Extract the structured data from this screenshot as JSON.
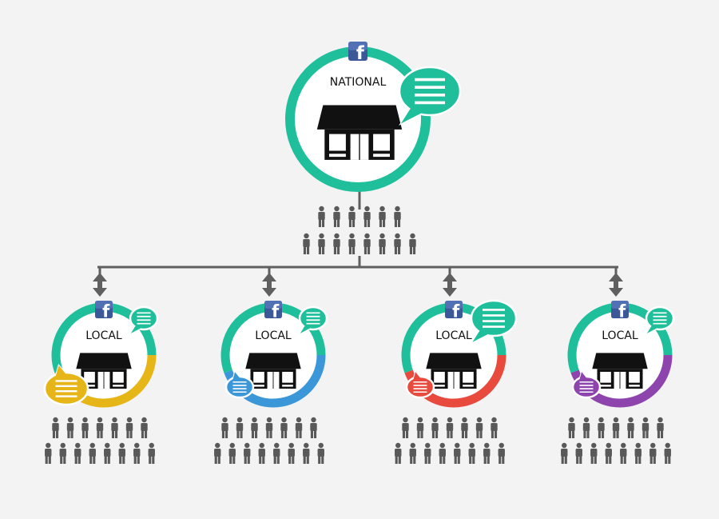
{
  "national": {
    "label": "NATIONAL",
    "ring_color": "#1fbf9b",
    "bubble_color": "#1fbf9b",
    "icon": "facebook-icon",
    "audience_rows": [
      6,
      8
    ]
  },
  "locals": [
    {
      "label": "LOCAL",
      "color_top": "#1fbf9b",
      "color_bottom": "#e6b518",
      "bubble_small_color": "#1fbf9b",
      "bubble_large_color": "#e6b518",
      "icon": "facebook-icon",
      "audience_rows": [
        7,
        8
      ]
    },
    {
      "label": "LOCAL",
      "color_top": "#1fbf9b",
      "color_bottom": "#3c97d8",
      "bubble_small_color": "#1fbf9b",
      "bubble_large_color": "#3c97d8",
      "icon": "facebook-icon",
      "audience_rows": [
        7,
        8
      ]
    },
    {
      "label": "LOCAL",
      "color_top": "#1fbf9b",
      "color_bottom": "#e84a3e",
      "bubble_small_color": "#1fbf9b",
      "bubble_large_color": "#e84a3e",
      "icon": "facebook-icon",
      "audience_rows": [
        7,
        8
      ]
    },
    {
      "label": "LOCAL",
      "color_top": "#1fbf9b",
      "color_bottom": "#8e44ad",
      "bubble_small_color": "#1fbf9b",
      "bubble_large_color": "#8e44ad",
      "icon": "facebook-icon",
      "audience_rows": [
        7,
        8
      ]
    }
  ],
  "colors": {
    "connector": "#5f5f5f",
    "person": "#595959",
    "store": "#111111",
    "facebook": "#3b5998",
    "background": "#f3f3f3"
  }
}
